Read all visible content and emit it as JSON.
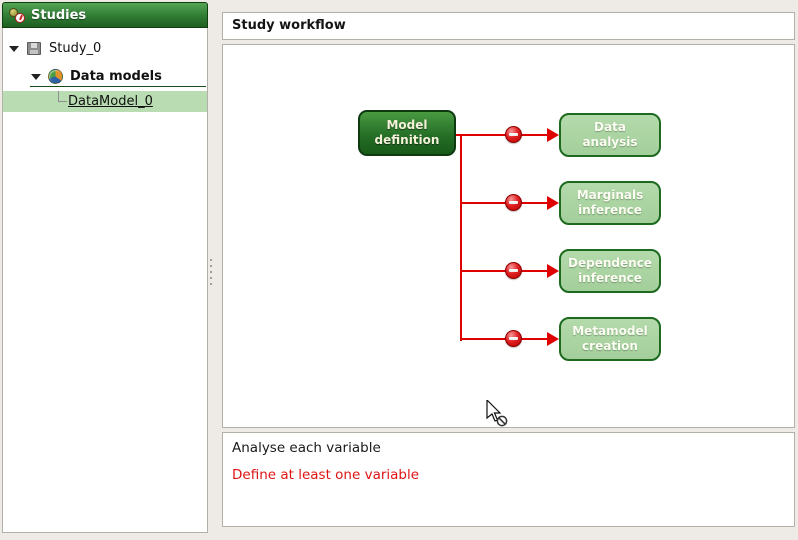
{
  "sidebar": {
    "title": "Studies",
    "tree": {
      "study": {
        "label": "Study_0",
        "expanded": true
      },
      "data_models": {
        "label": "Data models",
        "expanded": true
      },
      "data_model": {
        "label": "DataModel_0",
        "selected": true
      }
    }
  },
  "main": {
    "title": "Study workflow",
    "workflow": {
      "source": {
        "label": "Model definition",
        "enabled": true
      },
      "targets": [
        {
          "label": "Data analysis",
          "enabled": false
        },
        {
          "label": "Marginals inference",
          "enabled": false
        },
        {
          "label": "Dependence inference",
          "enabled": false
        },
        {
          "label": "Metamodel creation",
          "enabled": false
        }
      ],
      "connector_state": "blocked"
    },
    "status": {
      "info": "Analyse each variable",
      "error": "Define at least one variable"
    }
  },
  "icons": {
    "sidebar_header": "studies-icon",
    "study_item": "save-icon",
    "data_models_item": "pie-sphere-icon",
    "expander": "triangle-down-icon",
    "connector": "no-entry-icon",
    "arrow": "arrowhead-icon",
    "pointer": "no-drop-cursor-icon"
  },
  "colors": {
    "header_green": "#35823a",
    "node_dark_green": "#256f27",
    "node_light_green": "#a3cf9b",
    "selection_green": "#b9dcb2",
    "connector_red": "#df0000",
    "error_text_red": "#e01414",
    "panel_border": "#b3afa9",
    "window_background": "#eeeae6"
  }
}
